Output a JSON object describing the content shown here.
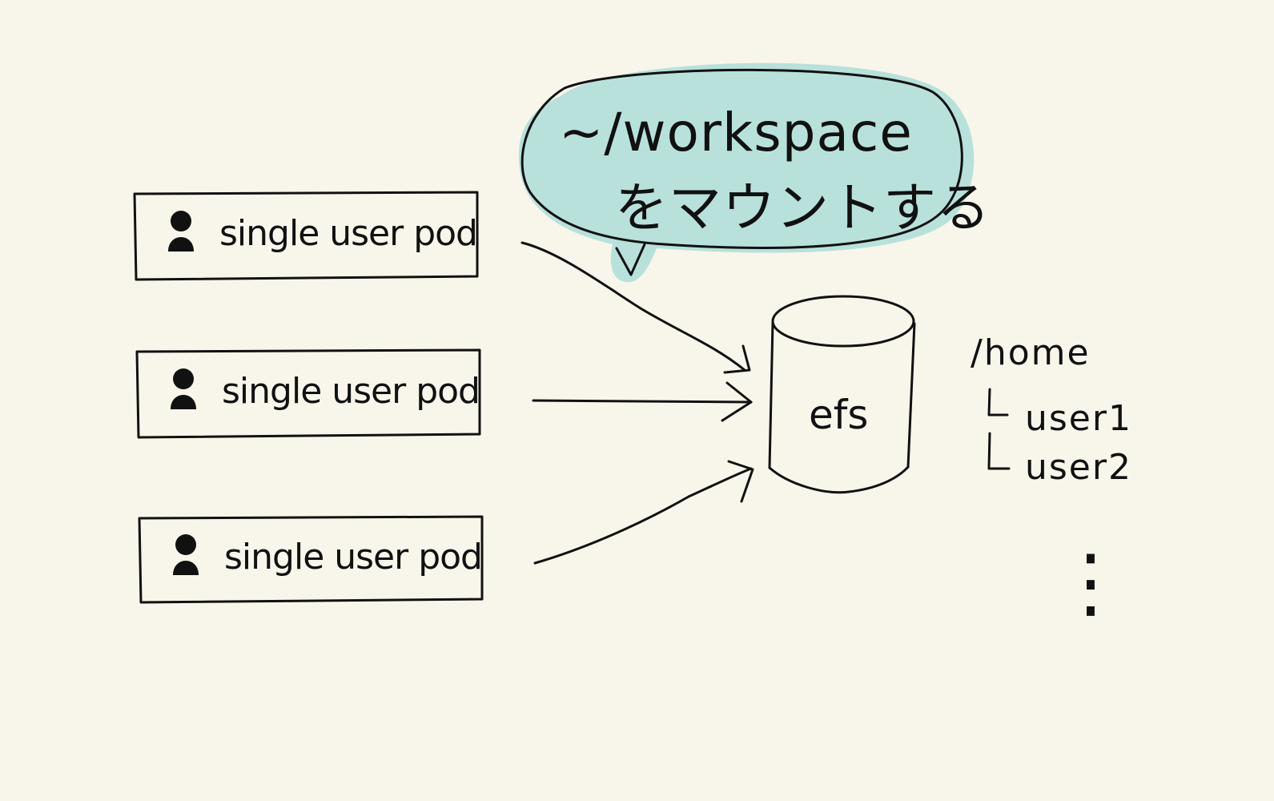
{
  "pods": [
    {
      "label": "single user pod",
      "icon": "person-icon"
    },
    {
      "label": "single user pod",
      "icon": "person-icon"
    },
    {
      "label": "single user pod",
      "icon": "person-icon"
    }
  ],
  "bubble": {
    "line1": "~/workspace",
    "line2": "をマウントする",
    "color": "#b8e1dc"
  },
  "storage": {
    "label": "efs"
  },
  "tree": {
    "root": "/home",
    "children": [
      "user1",
      "user2"
    ],
    "continuation": "⋮"
  },
  "colors": {
    "background": "#f8f6ea",
    "ink": "#111111",
    "bubble_fill": "#b8e1dc"
  }
}
